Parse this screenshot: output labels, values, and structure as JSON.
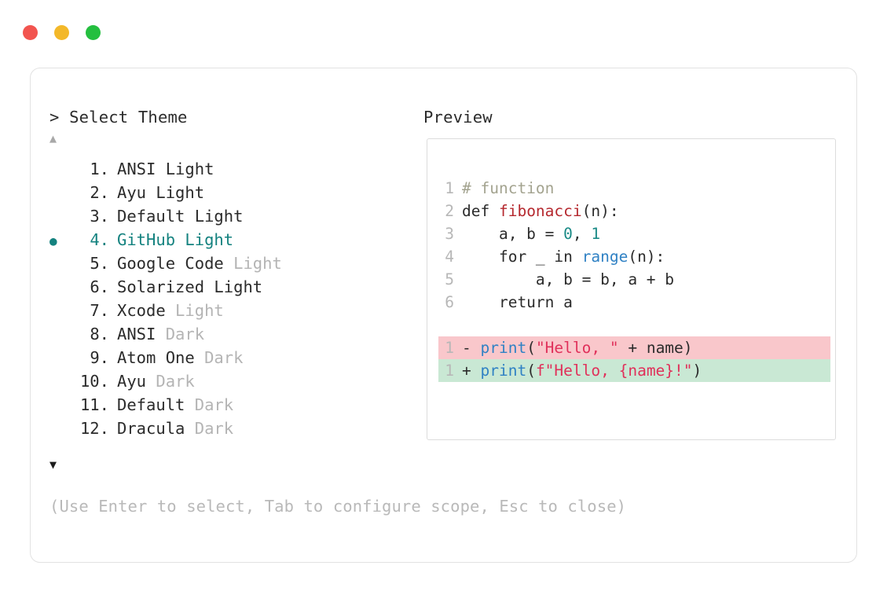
{
  "window": {
    "dots": [
      {
        "name": "close",
        "color": "#f2544f"
      },
      {
        "name": "minimize",
        "color": "#f3b829"
      },
      {
        "name": "maximize",
        "color": "#24bf3f"
      }
    ]
  },
  "prompt": {
    "title": "> Select Theme",
    "scroll_up_icon": "▲",
    "scroll_down_icon": "▼",
    "selected_index": 4,
    "selected_bullet": "●",
    "accent_color": "#14827f",
    "items": [
      {
        "number": "1.",
        "name": "ANSI Light",
        "variant": "",
        "selected": false
      },
      {
        "number": "2.",
        "name": "Ayu Light",
        "variant": "",
        "selected": false
      },
      {
        "number": "3.",
        "name": "Default Light",
        "variant": "",
        "selected": false
      },
      {
        "number": "4.",
        "name": "GitHub Light",
        "variant": "",
        "selected": true
      },
      {
        "number": "5.",
        "name": "Google Code",
        "variant": "Light",
        "selected": false
      },
      {
        "number": "6.",
        "name": "Solarized Light",
        "variant": "",
        "selected": false
      },
      {
        "number": "7.",
        "name": "Xcode",
        "variant": "Light",
        "selected": false
      },
      {
        "number": "8.",
        "name": "ANSI",
        "variant": "Dark",
        "selected": false
      },
      {
        "number": "9.",
        "name": "Atom One",
        "variant": "Dark",
        "selected": false
      },
      {
        "number": "10.",
        "name": "Ayu",
        "variant": "Dark",
        "selected": false
      },
      {
        "number": "11.",
        "name": "Default",
        "variant": "Dark",
        "selected": false
      },
      {
        "number": "12.",
        "name": "Dracula",
        "variant": "Dark",
        "selected": false
      }
    ],
    "hint": "(Use Enter to select, Tab to configure scope, Esc to close)"
  },
  "preview": {
    "title": "Preview",
    "code_lines": [
      {
        "gutter": "1",
        "kind": "normal",
        "tokens": [
          {
            "t": "# function",
            "c": "comment"
          }
        ]
      },
      {
        "gutter": "2",
        "kind": "normal",
        "tokens": [
          {
            "t": "def ",
            "c": "keyword"
          },
          {
            "t": "fibonacci",
            "c": "func"
          },
          {
            "t": "(n):",
            "c": "plain"
          }
        ]
      },
      {
        "gutter": "3",
        "kind": "normal",
        "tokens": [
          {
            "t": "    a, b = ",
            "c": "plain"
          },
          {
            "t": "0",
            "c": "number"
          },
          {
            "t": ", ",
            "c": "plain"
          },
          {
            "t": "1",
            "c": "number"
          }
        ]
      },
      {
        "gutter": "4",
        "kind": "normal",
        "tokens": [
          {
            "t": "    for _ in ",
            "c": "plain"
          },
          {
            "t": "range",
            "c": "builtin"
          },
          {
            "t": "(n):",
            "c": "plain"
          }
        ]
      },
      {
        "gutter": "5",
        "kind": "normal",
        "tokens": [
          {
            "t": "        a, b = b, a + b",
            "c": "plain"
          }
        ]
      },
      {
        "gutter": "6",
        "kind": "normal",
        "tokens": [
          {
            "t": "    return a",
            "c": "plain"
          }
        ]
      },
      {
        "gutter": "",
        "kind": "blank",
        "tokens": [
          {
            "t": " ",
            "c": "plain"
          }
        ]
      },
      {
        "gutter": "1",
        "kind": "del",
        "tokens": [
          {
            "t": "- ",
            "c": "plain"
          },
          {
            "t": "print",
            "c": "builtin"
          },
          {
            "t": "(",
            "c": "plain"
          },
          {
            "t": "\"Hello, \"",
            "c": "string"
          },
          {
            "t": " + name)",
            "c": "plain"
          }
        ]
      },
      {
        "gutter": "1",
        "kind": "add",
        "tokens": [
          {
            "t": "+ ",
            "c": "plain"
          },
          {
            "t": "print",
            "c": "builtin"
          },
          {
            "t": "(",
            "c": "plain"
          },
          {
            "t": "f\"Hello, {name}!\"",
            "c": "string"
          },
          {
            "t": ")",
            "c": "plain"
          }
        ]
      }
    ],
    "diff_del_bg": "#f9c7cb",
    "diff_add_bg": "#c9e8d4"
  }
}
